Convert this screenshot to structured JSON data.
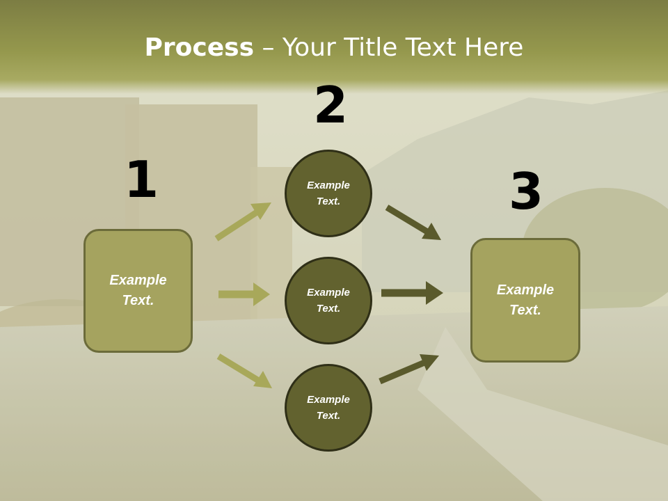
{
  "slide": {
    "title_bold": "Process",
    "title_rest": " – Your Title Text Here"
  },
  "steps": {
    "n1": "1",
    "n2": "2",
    "n3": "3"
  },
  "nodes": {
    "left_box": [
      "Example",
      "Text."
    ],
    "circle_top": [
      "Example",
      "Text."
    ],
    "circle_mid": [
      "Example",
      "Text."
    ],
    "circle_bottom": [
      "Example",
      "Text."
    ],
    "right_box": [
      "Example",
      "Text."
    ]
  },
  "colors": {
    "title_band": "#8a8b48",
    "box_fill": "#a5a35f",
    "circle_fill": "#62622f",
    "light_arrow": "#a8a85a",
    "dark_arrow": "#5a5a2c"
  }
}
